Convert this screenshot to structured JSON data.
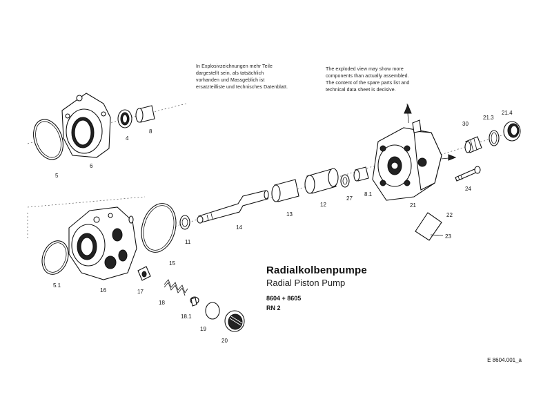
{
  "notes": {
    "german": "In Explosivzeichnungen mehr Teile\ndargestellt sein, als tatsächlich\nvorhanden und Massgeblich ist\nersatzteilliste und technisches Datenblatt.",
    "english": "The exploded view may show more\ncomponents than actually assembled.\nThe content of the spare parts list and\ntechnical data sheet is decisive."
  },
  "title": {
    "main": "Radialkolbenpumpe",
    "sub": "Radial Piston Pump",
    "models": "8604 + 8605",
    "rn": "RN 2"
  },
  "doc_ref": "E 8604.001_a",
  "part_labels": {
    "p4": "4",
    "p8": "8",
    "p5": "5",
    "p6": "6",
    "p30": "30",
    "p21_3": "21.3",
    "p21_4": "21.4",
    "p24": "24",
    "p21": "21",
    "p8_1": "8.1",
    "p27": "27",
    "p12": "12",
    "p13": "13",
    "p14": "14",
    "p11": "11",
    "p22": "22",
    "p23": "23",
    "p15": "15",
    "p16": "16",
    "p5_1": "5.1",
    "p17": "17",
    "p18": "18",
    "p18_1": "18.1",
    "p19": "19",
    "p20": "20"
  }
}
